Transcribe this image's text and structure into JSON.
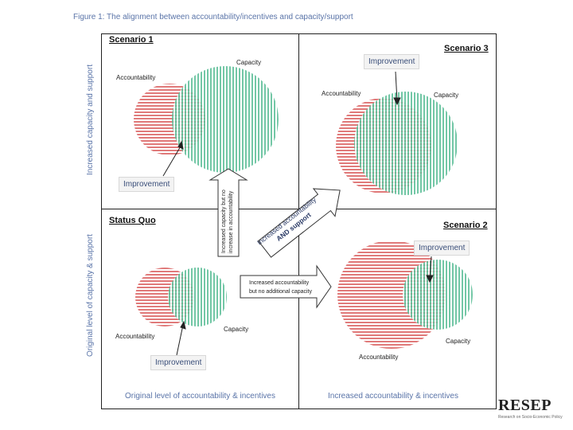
{
  "figure_title": "Figure 1: The alignment between accountability/incentives and capacity/support",
  "axes": {
    "left_top": "Increased capacity and support",
    "left_bottom": "Original level of capacity & support",
    "bottom_left": "Original level of accountability & incentives",
    "bottom_right": "Increased accountability & incentives"
  },
  "quadrants": {
    "scenario1": {
      "title": "Scenario 1",
      "accountability": "Accountability",
      "capacity": "Capacity",
      "improvement": "Improvement"
    },
    "scenario3": {
      "title": "Scenario 3",
      "accountability": "Accountability",
      "capacity": "Capacity",
      "improvement": "Improvement"
    },
    "status_quo": {
      "title": "Status Quo",
      "accountability": "Accountability",
      "capacity": "Capacity",
      "improvement": "Improvement"
    },
    "scenario2": {
      "title": "Scenario 2",
      "accountability": "Accountability",
      "capacity": "Capacity",
      "improvement": "Improvement"
    }
  },
  "arrows": {
    "up_line1": "Increased capacity but no",
    "up_line2": "increase in accountability",
    "diag_line1": "Increased accountability",
    "diag_line2": "AND support",
    "right_line1": "Increased accountability",
    "right_line2": "but no additional capacity"
  },
  "logo": {
    "word": "RESEP",
    "tagline": "Research on Socio-Economic Policy"
  },
  "colors": {
    "accountability": "#e07a7a",
    "capacity": "#5bbd97",
    "title": "#5a74a8"
  }
}
